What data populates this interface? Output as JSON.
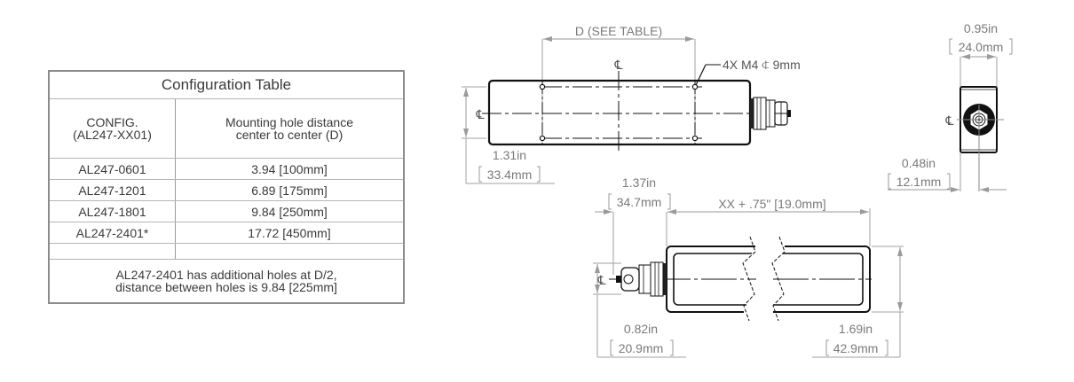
{
  "config_table": {
    "title": "Configuration Table",
    "headers": {
      "config": "CONFIG.",
      "config_sub": "(AL247-XX01)",
      "distance": "Mounting hole distance",
      "distance_sub": "center to center  (D)"
    },
    "rows": [
      {
        "config": "AL247-0601",
        "distance": "3.94 [100mm]"
      },
      {
        "config": "AL247-1201",
        "distance": "6.89 [175mm]"
      },
      {
        "config": "AL247-1801",
        "distance": "9.84 [250mm]"
      },
      {
        "config": "AL247-2401*",
        "distance": "17.72  [450mm]"
      }
    ],
    "note_line1": "AL247-2401 has additional holes at D/2,",
    "note_line2": "distance between holes is 9.84 [225mm]"
  },
  "top_view": {
    "d_label": "D (SEE TABLE)",
    "hole_callout": "4X M4 ⍧ 9mm",
    "hole_callout_text": "4X M4",
    "hole_depth_symbol": "↧",
    "hole_depth": "9mm",
    "centerline_symbol": "℄",
    "height_in": "1.31in",
    "height_mm": "33.4mm"
  },
  "end_view": {
    "width_in": "0.95in",
    "width_mm": "24.0mm",
    "offset_in": "0.48in",
    "offset_mm": "12.1mm",
    "centerline_symbol": "℄"
  },
  "side_view": {
    "connector_len_in": "1.37in",
    "connector_len_mm": "34.7mm",
    "body_len": "XX + .75\" [19.0mm]",
    "center_offset_in": "0.82in",
    "center_offset_mm": "20.9mm",
    "height_in": "1.69in",
    "height_mm": "42.9mm",
    "centerline_symbol": "℄"
  }
}
